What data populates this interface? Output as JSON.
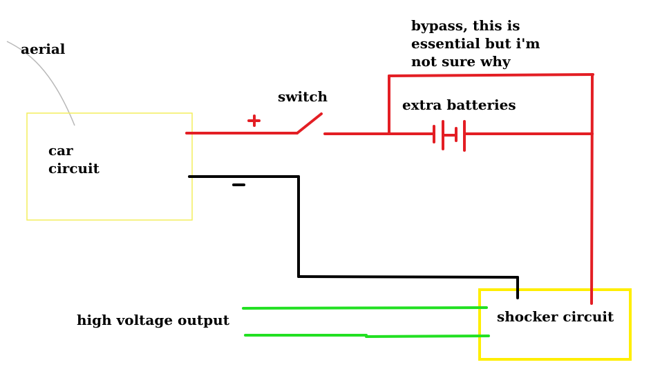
{
  "labels": {
    "aerial": "aerial",
    "car_circuit_line1": "car",
    "car_circuit_line2": "circuit",
    "switch": "switch",
    "bypass_line1": "bypass, this is",
    "bypass_line2": "essential but i'm",
    "bypass_line3": "not sure why",
    "extra_batteries": "extra batteries",
    "high_voltage_output": "high voltage output",
    "shocker_circuit": "shocker circuit",
    "plus_sign": "+",
    "minus_sign": "-"
  },
  "colors": {
    "positive_wire": "#e31e24",
    "negative_wire": "#000000",
    "output_wire": "#22e022",
    "car_box_border": "#f3ee5c",
    "shocker_box_border": "#ffee00",
    "aerial_line": "#b8b8b8"
  }
}
